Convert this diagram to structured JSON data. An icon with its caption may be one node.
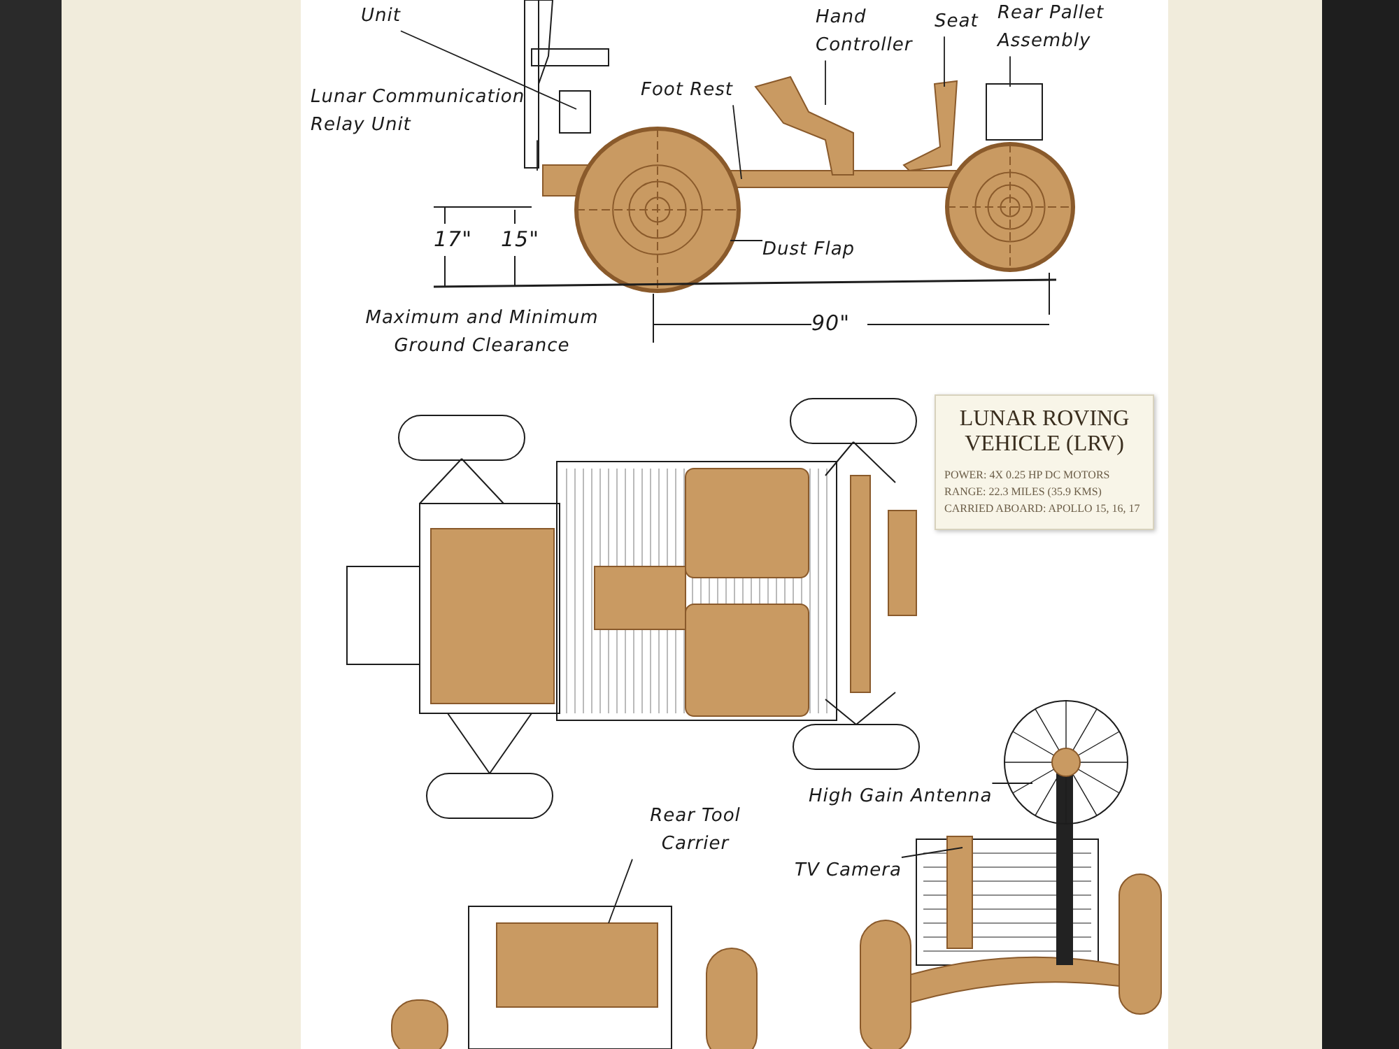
{
  "diagram": {
    "nodes": [
      {
        "text": [
          "Unit"
        ]
      },
      {
        "text": [
          "Lunar Communication Relay Unit"
        ]
      },
      {
        "text": [
          "Foot Rest"
        ]
      },
      {
        "text": [
          "Hand Controller"
        ]
      },
      {
        "text": [
          "Seat"
        ]
      },
      {
        "text": [
          "Rear Pallet Assembly"
        ]
      },
      {
        "text": [
          "Dust Flap"
        ]
      },
      {
        "text": [
          "LUNAR ROVING VEHICLE (LRV)",
          "POWER: 4X 0.25 HP DC MOTORS",
          "RANGE: 22.3 MILES (35.9 KMS)",
          "CARRIED ABOARD: APOLLO 15, 16, 17"
        ]
      },
      {
        "text": [
          "Rear Tool Carrier"
        ]
      },
      {
        "text": [
          "High Gain Antenna"
        ]
      },
      {
        "text": [
          "TV Camera"
        ]
      }
    ],
    "edges": [
      {
        "from": 0,
        "to": null,
        "arrow": "none"
      },
      {
        "from": 1,
        "to": null,
        "arrow": "none"
      },
      {
        "from": 2,
        "to": null,
        "arrow": "none"
      },
      {
        "from": 3,
        "to": null,
        "arrow": "none"
      },
      {
        "from": 4,
        "to": null,
        "arrow": "none"
      },
      {
        "from": 5,
        "to": null,
        "arrow": "none"
      },
      {
        "from": 6,
        "to": null,
        "arrow": "none"
      },
      {
        "from": 8,
        "to": null,
        "arrow": "none"
      },
      {
        "from": 9,
        "to": null,
        "arrow": "none"
      },
      {
        "from": 10,
        "to": null,
        "arrow": "none"
      }
    ],
    "labels": [
      "17\"",
      "15\"",
      "90\"",
      "Maximum and Minimum Ground Clearance"
    ]
  }
}
